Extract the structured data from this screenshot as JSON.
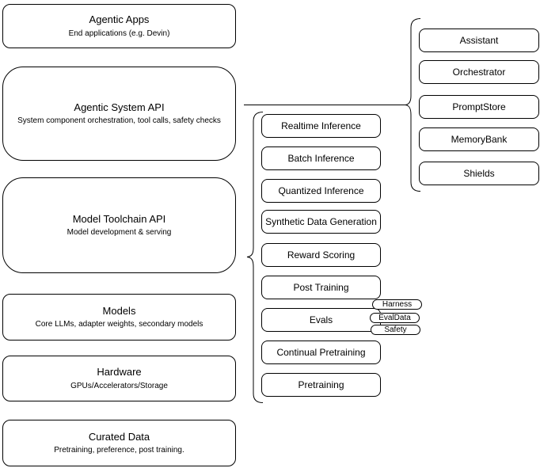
{
  "nodes": {
    "agentic_apps": {
      "title": "Agentic Apps",
      "subtitle": "End applications (e.g. Devin)"
    },
    "agentic_system_api": {
      "title": "Agentic System API",
      "subtitle": "System component orchestration, tool calls, safety checks"
    },
    "model_toolchain_api": {
      "title": "Model Toolchain API",
      "subtitle": "Model development & serving"
    },
    "models": {
      "title": "Models",
      "subtitle": "Core LLMs, adapter weights, secondary models"
    },
    "hardware": {
      "title": "Hardware",
      "subtitle": "GPUs/Accelerators/Storage"
    },
    "curated_data": {
      "title": "Curated Data",
      "subtitle": "Pretraining, preference, post training."
    }
  },
  "toolchain": {
    "items": [
      "Realtime Inference",
      "Batch Inference",
      "Quantized Inference",
      "Synthetic Data Generation",
      "Reward Scoring",
      "Post Training",
      "Evals",
      "Continual Pretraining",
      "Pretraining"
    ]
  },
  "system_components": {
    "items": [
      "Assistant",
      "Orchestrator",
      "PromptStore",
      "MemoryBank",
      "Shields"
    ]
  },
  "eval_tags": {
    "items": [
      "Harness",
      "EvalData",
      "Safety"
    ]
  },
  "colors": {
    "line": "#000000",
    "background": "#ffffff",
    "text": "#000000"
  }
}
